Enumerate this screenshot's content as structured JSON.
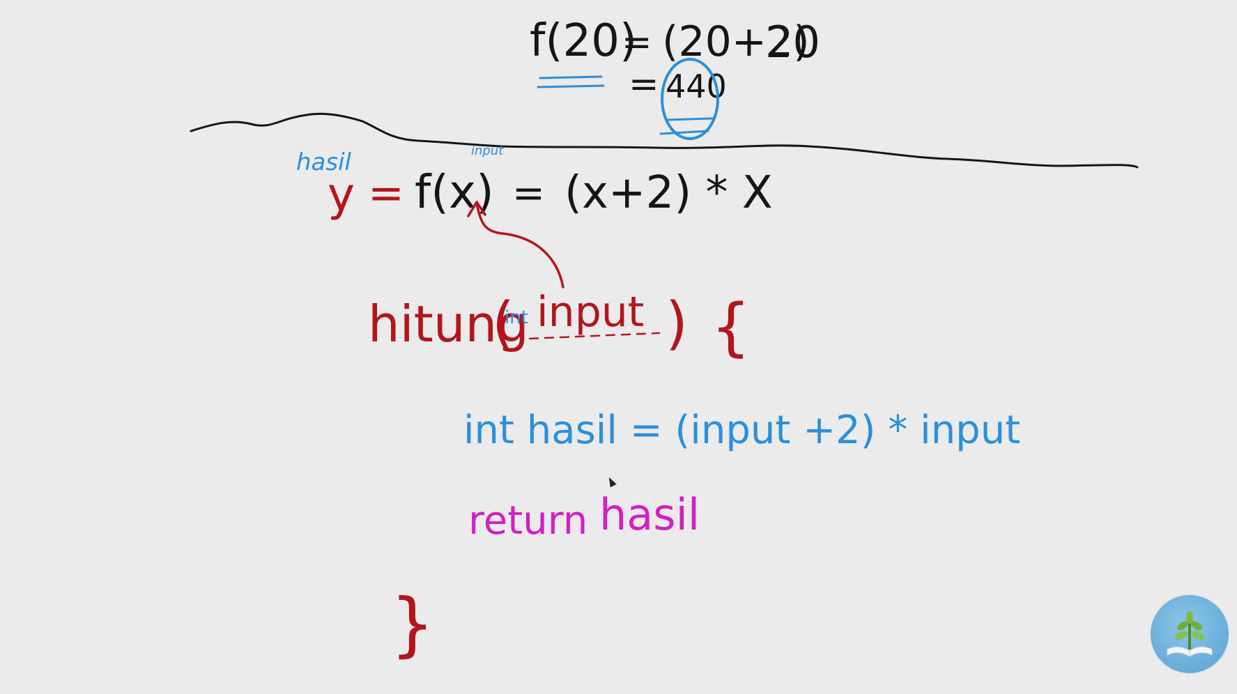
{
  "top_equation": {
    "lhs": "f(20)",
    "equals": "=",
    "rhs_paren": "(20+2)",
    "rhs_factor": "20",
    "result_equals": "=",
    "result": "440"
  },
  "function_line": {
    "annotation_output": "hasil",
    "annotation_input": "input",
    "lhs": "y",
    "equals": "=",
    "fn": "f(x)",
    "fn_equals": "=",
    "expr": "(x+2) * X"
  },
  "code": {
    "signature_name": "hitung",
    "signature_open_paren": "(",
    "param_type": "int",
    "param_name": "input",
    "signature_close_paren": ")",
    "open_brace": "{",
    "body_line": "int hasil = (input +2) * input",
    "return_keyword": "return",
    "return_value": "hasil",
    "close_brace": "}"
  },
  "logo_icon": "plant-book-icon",
  "colors": {
    "background": "#ebebeb",
    "black_ink": "#151515",
    "red_ink": "#b3151d",
    "blue_ink": "#2b8fdc",
    "magenta_ink": "#d21fc5",
    "logo": "#6aaedb"
  }
}
